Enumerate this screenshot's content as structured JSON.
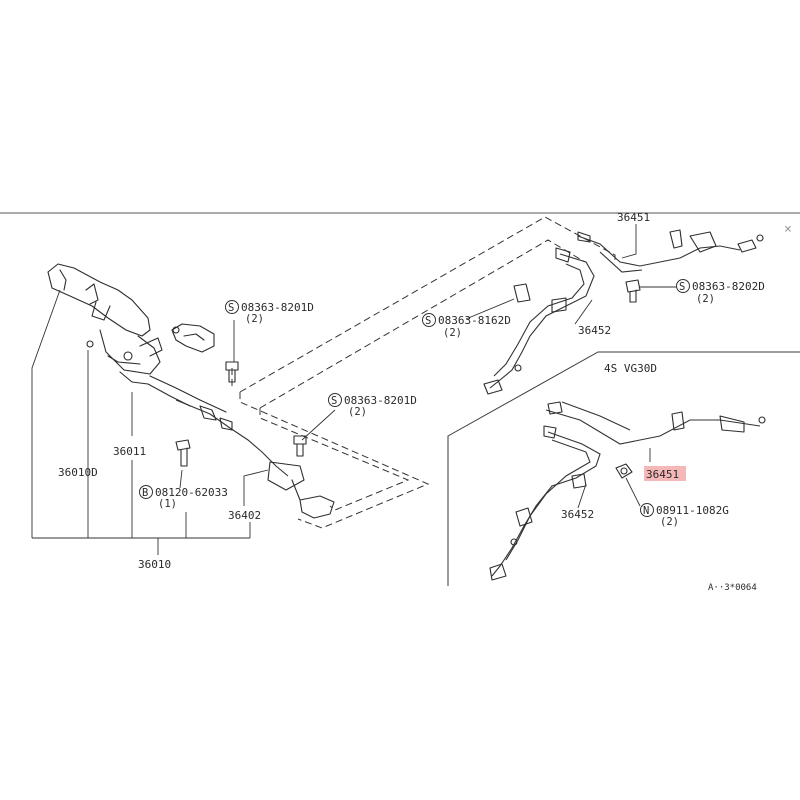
{
  "close_glyph": "×",
  "variant_label": "4S VG30D",
  "footer_code": "A··3*0064",
  "highlight_color": "#f5b8b8",
  "parts": {
    "p36451_top": "36451",
    "s082202d": {
      "prefix": "S",
      "code": "08363-8202D",
      "qty": "(2)"
    },
    "s08162d": {
      "prefix": "S",
      "code": "08363-8162D",
      "qty": "(2)"
    },
    "p36452_top": "36452",
    "s08201d_a": {
      "prefix": "S",
      "code": "08363-8201D",
      "qty": "(2)"
    },
    "s08201d_b": {
      "prefix": "S",
      "code": "08363-8201D",
      "qty": "(2)"
    },
    "p36011": "36011",
    "p36010d": "36010D",
    "b08120": {
      "prefix": "B",
      "code": "08120-62033",
      "qty": "(1)"
    },
    "p36402": "36402",
    "p36010": "36010",
    "p36451_sub": "36451",
    "n08911": {
      "prefix": "N",
      "code": "08911-1082G",
      "qty": "(2)"
    },
    "p36452_sub": "36452"
  }
}
